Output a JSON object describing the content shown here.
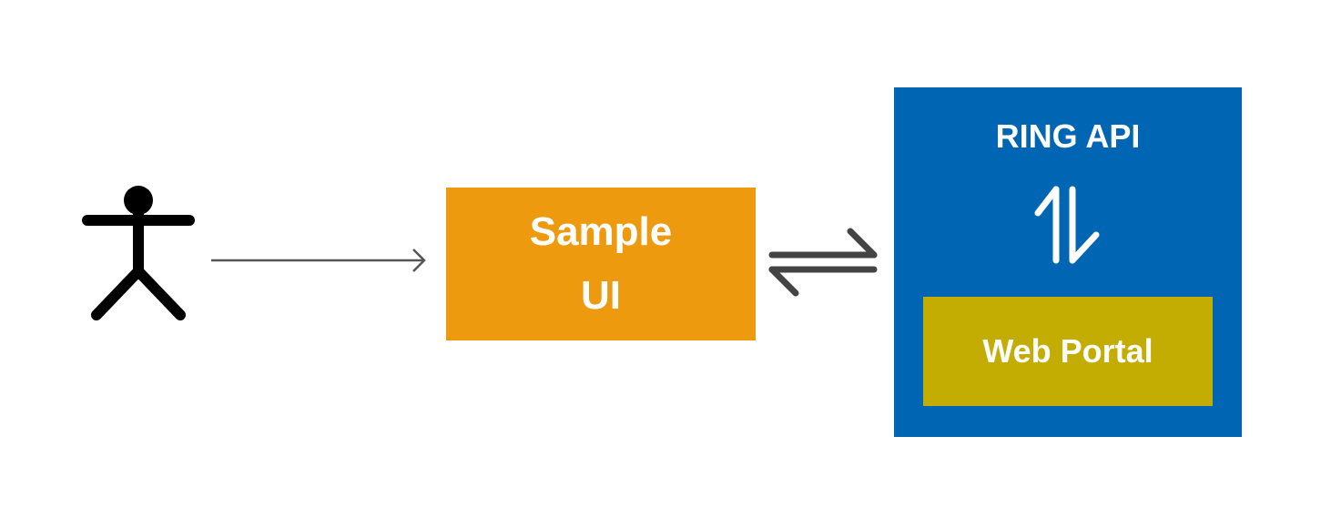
{
  "diagram": {
    "actor": {
      "icon": "stick-figure-icon"
    },
    "flow_arrow": {
      "icon": "arrow-right-icon"
    },
    "sample_ui": {
      "label": "Sample\nUI"
    },
    "exchange_arrow": {
      "icon": "bidirectional-arrows-icon"
    },
    "ring_api": {
      "title": "RING API",
      "internal_arrow": {
        "icon": "up-down-arrows-icon"
      },
      "web_portal": {
        "label": "Web Portal"
      }
    }
  },
  "colors": {
    "sample_ui_fill": "#EE9A0E",
    "ring_api_fill": "#0066B3",
    "web_portal_fill": "#C4AD03",
    "actor_stroke": "#000000",
    "flow_arrow_stroke": "#555555",
    "exchange_arrow_stroke": "#444444",
    "label_text": "#FFFFFF"
  }
}
